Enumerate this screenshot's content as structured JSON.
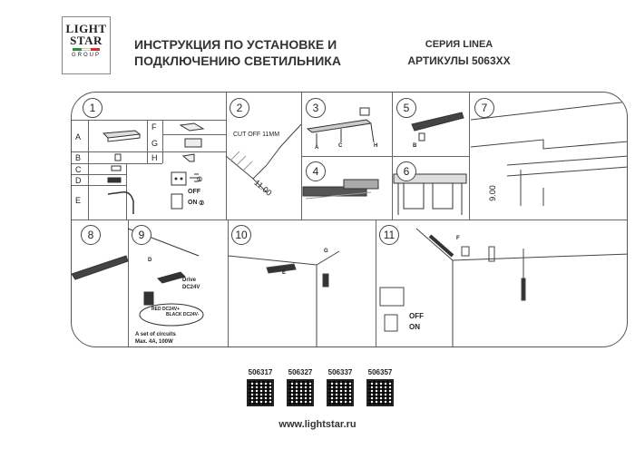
{
  "logo": {
    "line1": "LIGHT",
    "line2": "STAR",
    "line3": "GROUP",
    "flag_colors": [
      "#2e8b3a",
      "#ffffff",
      "#d22f2f"
    ]
  },
  "header": {
    "title_line1": "ИНСТРУКЦИЯ ПО УСТАНОВКЕ И",
    "title_line2": "ПОДКЛЮЧЕНИЮ СВЕТИЛЬНИКА",
    "series": "СЕРИЯ LINEA",
    "articles": "АРТИКУЛЫ 5063XX"
  },
  "steps": [
    "1",
    "2",
    "3",
    "4",
    "5",
    "6",
    "7",
    "8",
    "9",
    "10",
    "11"
  ],
  "parts": {
    "left": [
      "A",
      "B",
      "C",
      "D",
      "E"
    ],
    "right": [
      "F",
      "G",
      "H"
    ]
  },
  "annotations": {
    "cut_off": "CUT OFF 11MM",
    "dim_11": "11.00",
    "dim_9": "9.00",
    "off": "OFF",
    "on": "ON",
    "drive": "Drive",
    "dc24v": "DC24V",
    "red": "RED DC24V+",
    "black": "BLACK DC24V-",
    "circuits1": "A set of circuits",
    "circuits2": "Max. 4A, 100W",
    "c1": "①",
    "c2": "②",
    "s3_A": "A",
    "s3_C": "C",
    "s3_H": "H",
    "s5_B": "B",
    "s9_D": "D",
    "s10_E": "E",
    "s10_G": "G",
    "s11_F": "F"
  },
  "articles_list": [
    "506317",
    "506327",
    "506337",
    "506357"
  ],
  "website": "www.lightstar.ru"
}
